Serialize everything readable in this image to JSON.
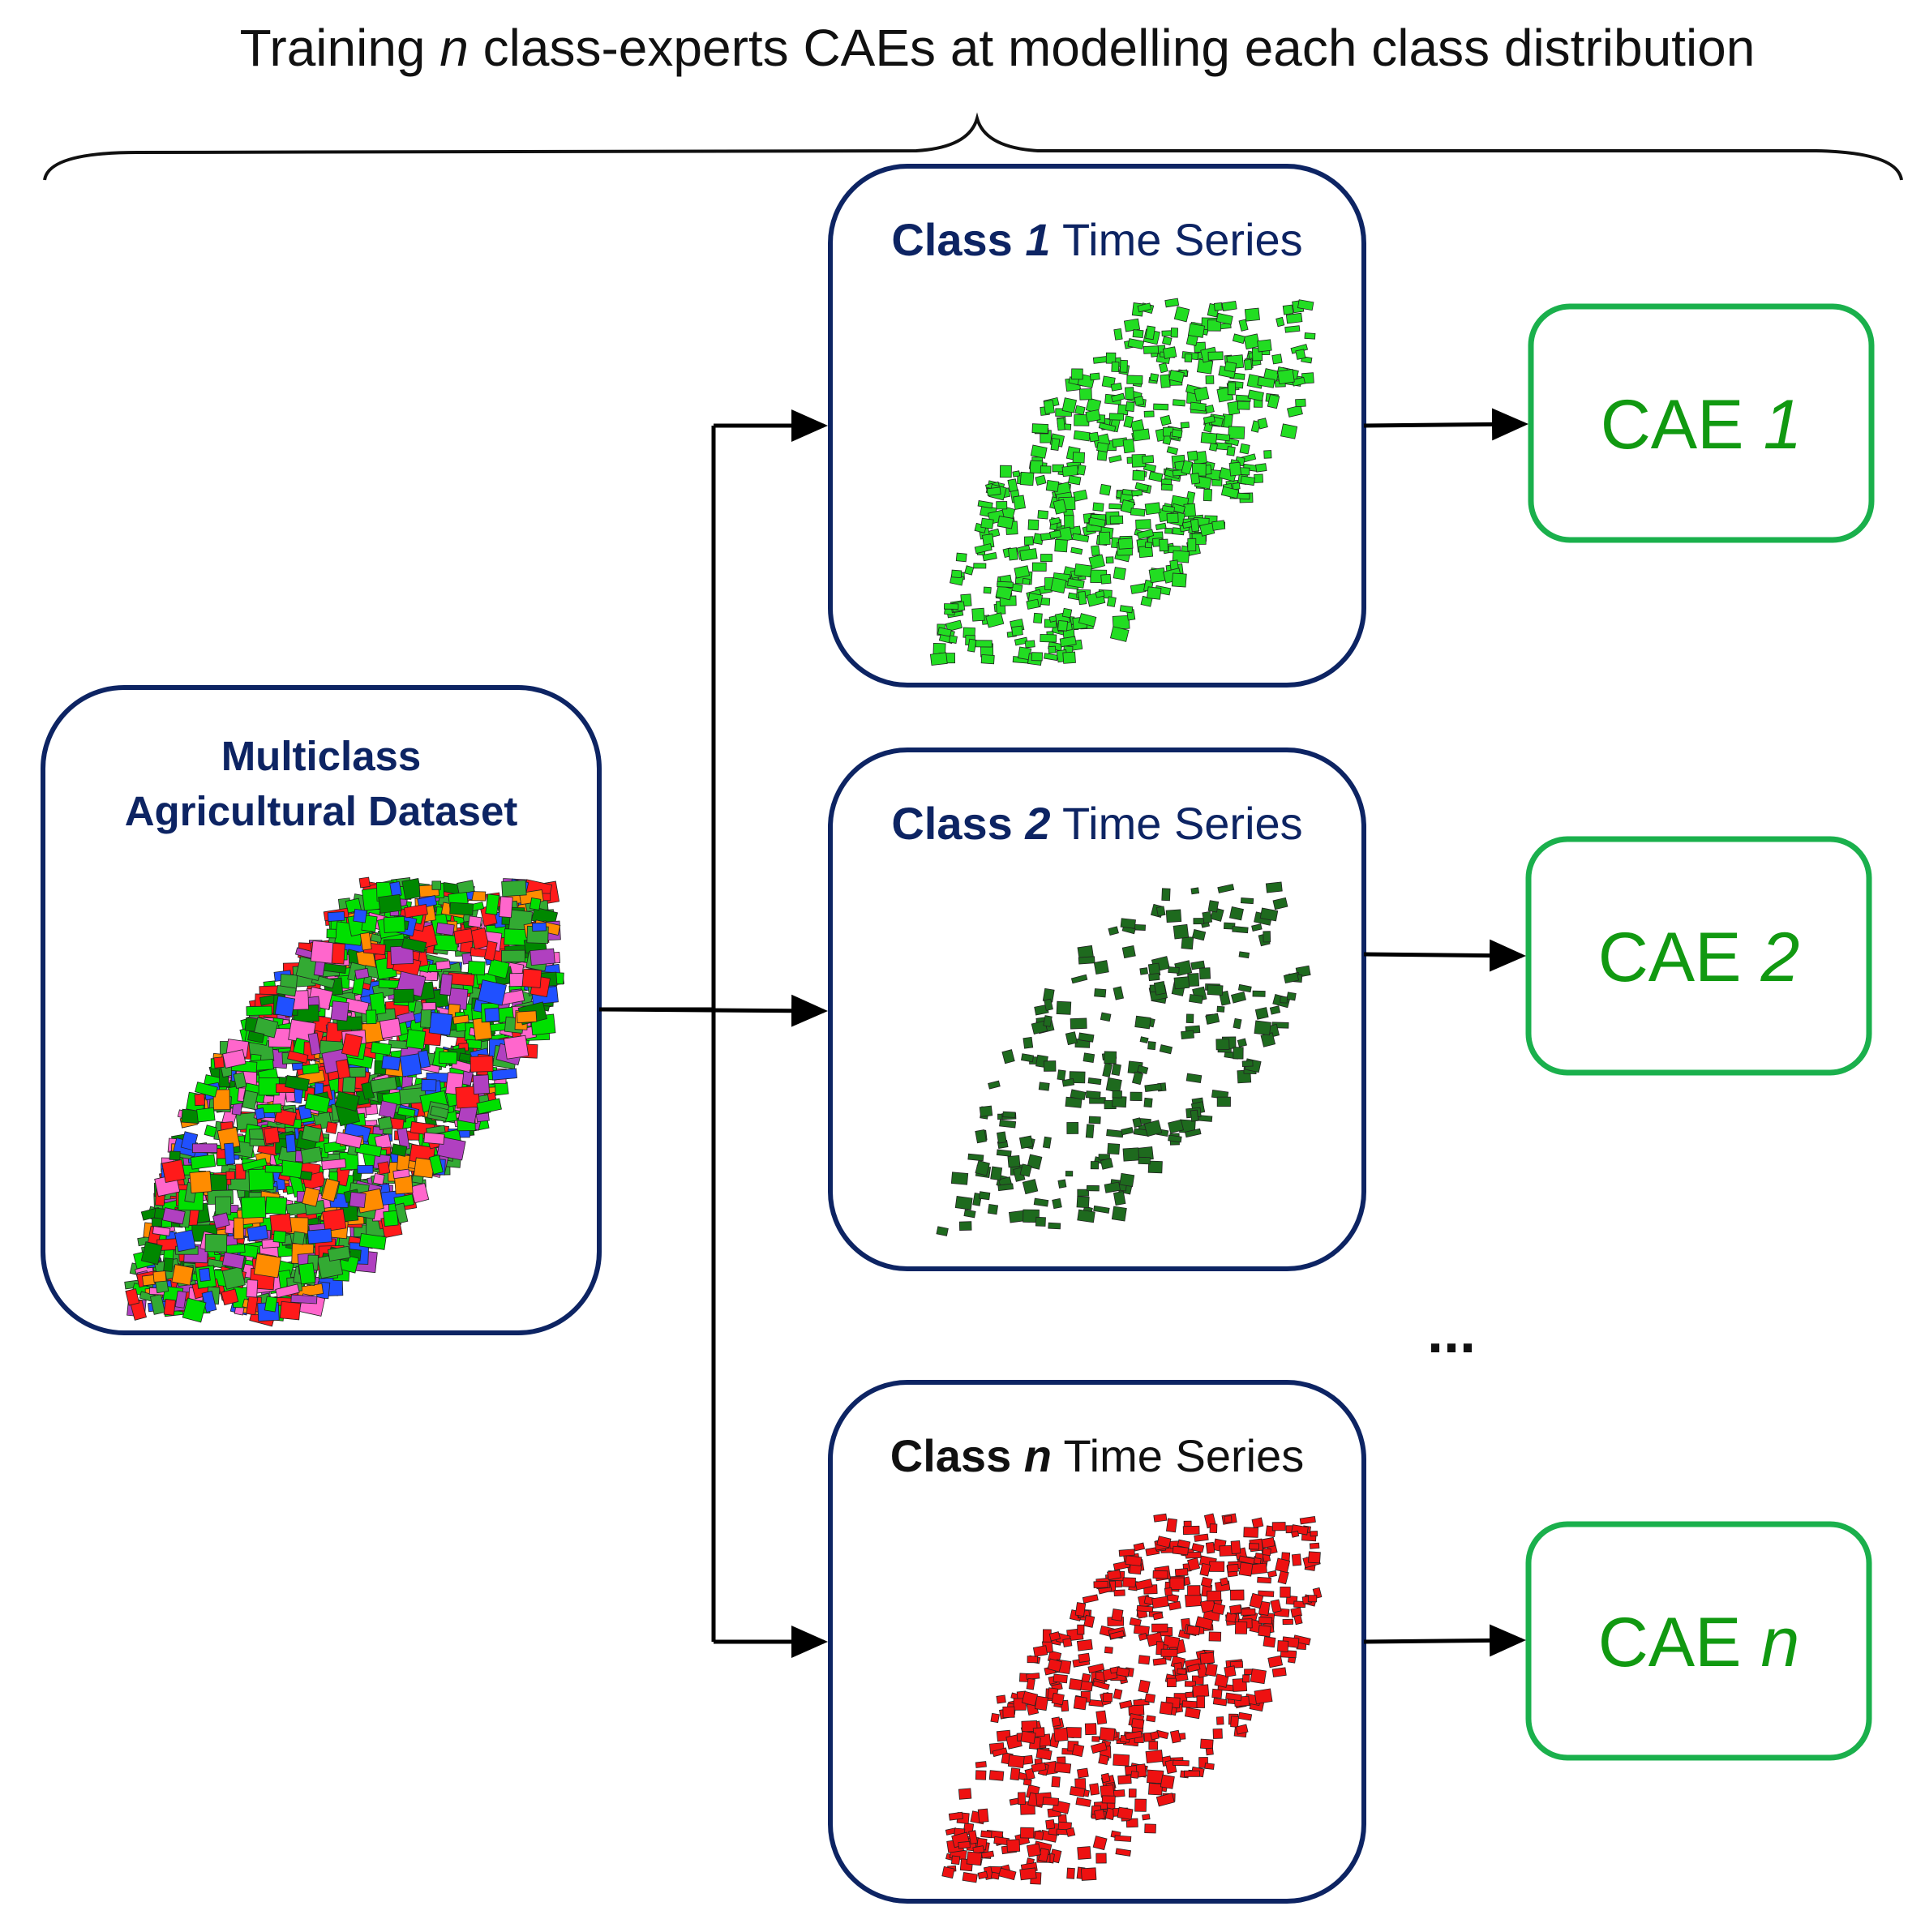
{
  "title": {
    "prefix": "Training ",
    "variable": "n",
    "suffix": " class-experts CAEs at modelling each class distribution"
  },
  "input_box": {
    "line1": "Multiclass",
    "line2": "Agricultural Dataset",
    "map_colors": [
      "#00e000",
      "#ff1a1a",
      "#33aa33",
      "#b040c0",
      "#ff8c00",
      "#2050ff",
      "#ff66cc",
      "#008800"
    ]
  },
  "class_boxes": [
    {
      "label_bold": "Class ",
      "label_index": "1",
      "label_rest": " Time Series",
      "map_color": "#22dd22"
    },
    {
      "label_bold": "Class ",
      "label_index": "2",
      "label_rest": " Time Series",
      "map_color": "#1e6a1e"
    },
    {
      "label_bold": "Class ",
      "label_index": "n",
      "label_rest": " Time Series",
      "map_color": "#ee1111"
    }
  ],
  "cae_boxes": [
    {
      "prefix": "CAE ",
      "index": "1"
    },
    {
      "prefix": "CAE ",
      "index": "2"
    },
    {
      "prefix": "CAE ",
      "index": "n"
    }
  ],
  "ellipsis": "...",
  "colors": {
    "navy": "#0d2463",
    "green_box": "#1ab04c",
    "green_text": "#119911",
    "arrow": "#000000"
  }
}
